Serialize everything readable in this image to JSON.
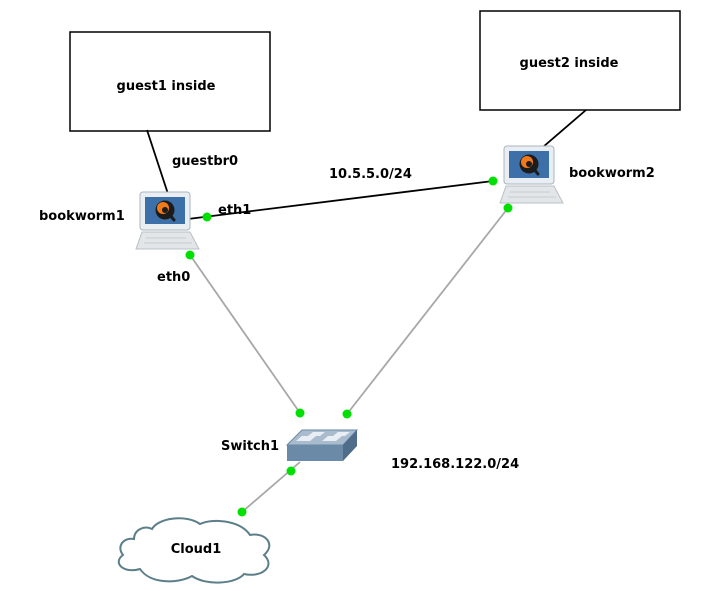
{
  "boxes": {
    "guest1": "guest1 inside",
    "guest2": "guest2 inside"
  },
  "nodes": {
    "bookworm1": "bookworm1",
    "bookworm2": "bookworm2",
    "switch1": "Switch1",
    "cloud1": "Cloud1"
  },
  "labels": {
    "guestbr0": "guestbr0",
    "eth1": "eth1",
    "eth0": "eth0",
    "subnet_10": "10.5.5.0/24",
    "subnet_192": "192.168.122.0/24"
  },
  "colors": {
    "port": "#00e000",
    "link_gray": "#a8a8a8",
    "link_black": "#000000",
    "switch": "#6b8aa8",
    "cloud_stroke": "#5c7f8a"
  }
}
